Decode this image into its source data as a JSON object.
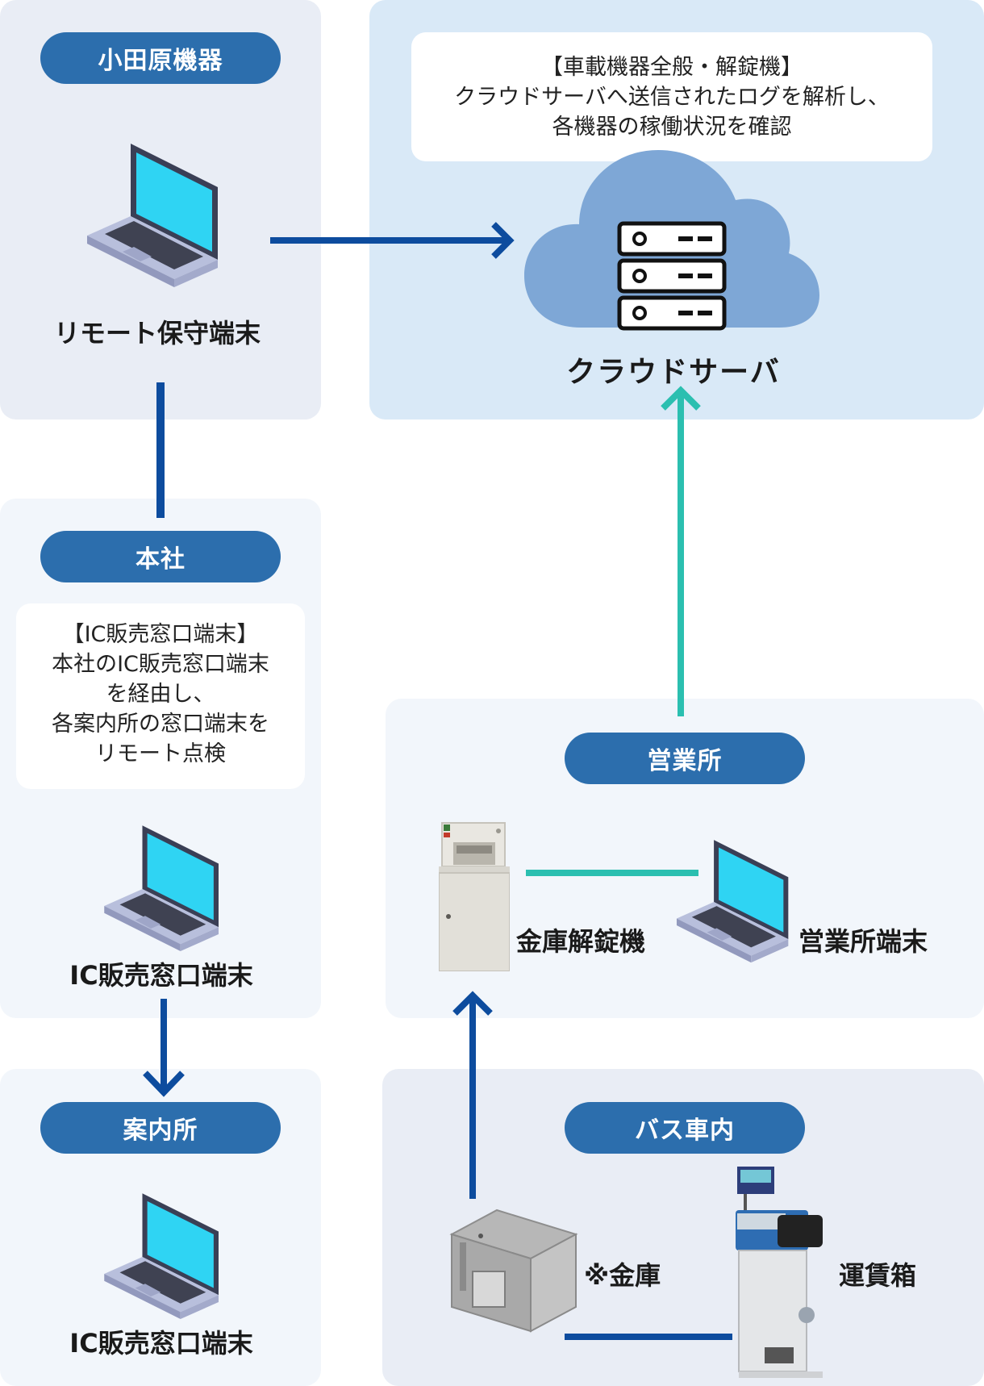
{
  "odawara": {
    "pill": "小田原機器",
    "device_label": "リモート保守端末"
  },
  "cloud": {
    "note_lines": [
      "【車載機器全般・解錠機】",
      "クラウドサーバへ送信されたログを解析し、",
      "各機器の稼働状況を確認"
    ],
    "label": "クラウドサーバ"
  },
  "honsha": {
    "pill": "本社",
    "note_lines": [
      "【IC販売窓口端末】",
      "本社のIC販売窓口端末",
      "を経由し、",
      "各案内所の窓口端末を",
      "リモート点検"
    ],
    "device_label": "IC販売窓口端末"
  },
  "annaisho": {
    "pill": "案内所",
    "device_label": "IC販売窓口端末"
  },
  "eigyosho": {
    "pill": "営業所",
    "unlocker_label": "金庫解錠機",
    "terminal_label": "営業所端末"
  },
  "bus": {
    "pill": "バス車内",
    "safe_label": "※金庫",
    "farebox_label": "運賃箱"
  },
  "colors": {
    "pill_blue": "#2c6ead",
    "arrow_blue": "#0d4c9e",
    "arrow_teal": "#2bbfb0",
    "panel_grey": "#e9edf5",
    "panel_light": "#f2f6fb",
    "panel_cloud": "#d9e9f7",
    "cloud_fill": "#7ea7d6"
  },
  "icons": [
    "laptop-icon",
    "server-icon",
    "cloud-icon",
    "safe-unlocker-icon",
    "safe-icon",
    "fare-box-icon"
  ]
}
